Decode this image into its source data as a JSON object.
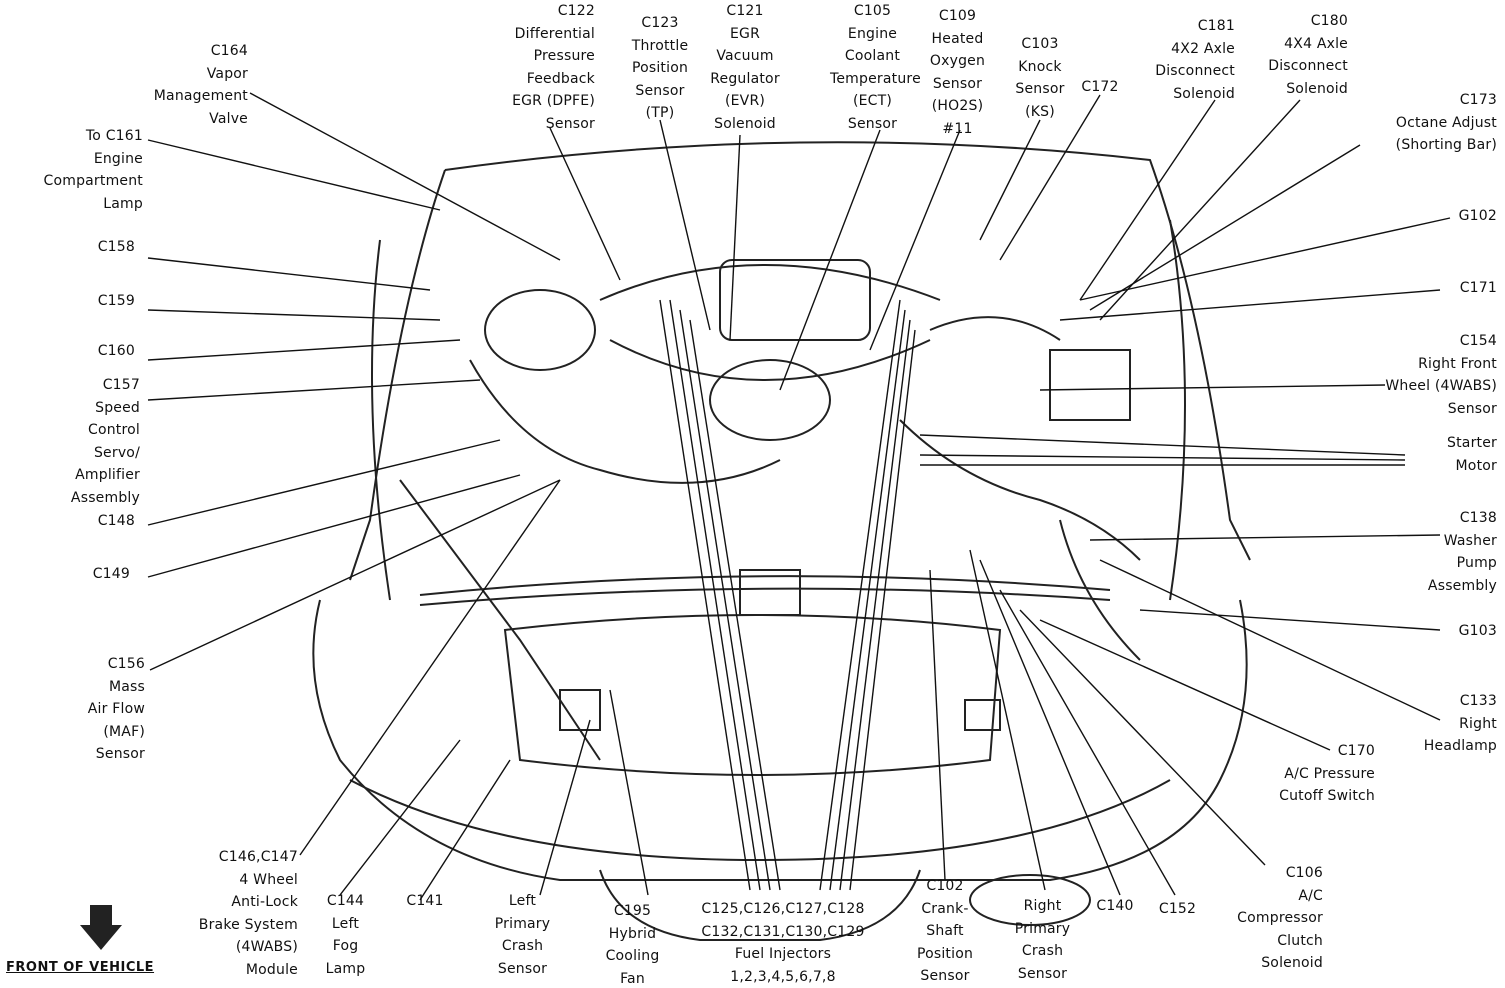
{
  "footer": {
    "front_of_vehicle": "FRONT OF VEHICLE"
  },
  "labels": {
    "c164": "C164\nVapor\nManagement\nValve",
    "c161": "To C161\nEngine\nCompartment\nLamp",
    "c158": "C158",
    "c159": "C159",
    "c160": "C160",
    "c157": "C157\nSpeed\nControl\nServo/\nAmplifier\nAssembly",
    "c148": "C148",
    "c149": "C149",
    "c156": "C156\nMass\nAir Flow\n(MAF)\nSensor",
    "c146": "C146,C147\n4 Wheel\nAnti-Lock\nBrake System\n(4WABS)\nModule",
    "c144": "C144\nLeft\nFog\nLamp",
    "c141": "C141",
    "left_crash": "Left\nPrimary\nCrash\nSensor",
    "c195": "C195\nHybrid\nCooling\nFan",
    "injectors": "C125,C126,C127,C128\nC132,C131,C130,C129\nFuel Injectors\n1,2,3,4,5,6,7,8",
    "c102": "C102\nCrank-\nShaft\nPosition\nSensor",
    "right_crash": "Right\nPrimary\nCrash\nSensor",
    "c140": "C140",
    "c152": "C152",
    "c106": "C106\nA/C\nCompressor\nClutch\nSolenoid",
    "c170": "C170\nA/C Pressure\nCutoff Switch",
    "c133": "C133\nRight\nHeadlamp",
    "g103": "G103",
    "c138": "C138\nWasher\nPump\nAssembly",
    "starter": "Starter\nMotor",
    "c154": "C154\nRight Front\nWheel (4WABS)\nSensor",
    "c171": "C171",
    "g102": "G102",
    "c173": "C173\nOctane Adjust\n(Shorting Bar)",
    "c180": "C180\n4X4 Axle\nDisconnect\nSolenoid",
    "c181": "C181\n4X2 Axle\nDisconnect\nSolenoid",
    "c172": "C172",
    "c103": "C103\nKnock\nSensor\n(KS)",
    "c109": "C109\nHeated\nOxygen\nSensor\n(HO2S)\n#11",
    "c105": "C105\nEngine\nCoolant\nTemperature\n(ECT)\nSensor",
    "c121": "C121\nEGR\nVacuum\nRegulator\n(EVR)\nSolenoid",
    "c123": "C123\nThrottle\nPosition\nSensor\n(TP)",
    "c122": "C122\nDifferential\nPressure\nFeedback\nEGR (DPFE)\nSensor"
  }
}
